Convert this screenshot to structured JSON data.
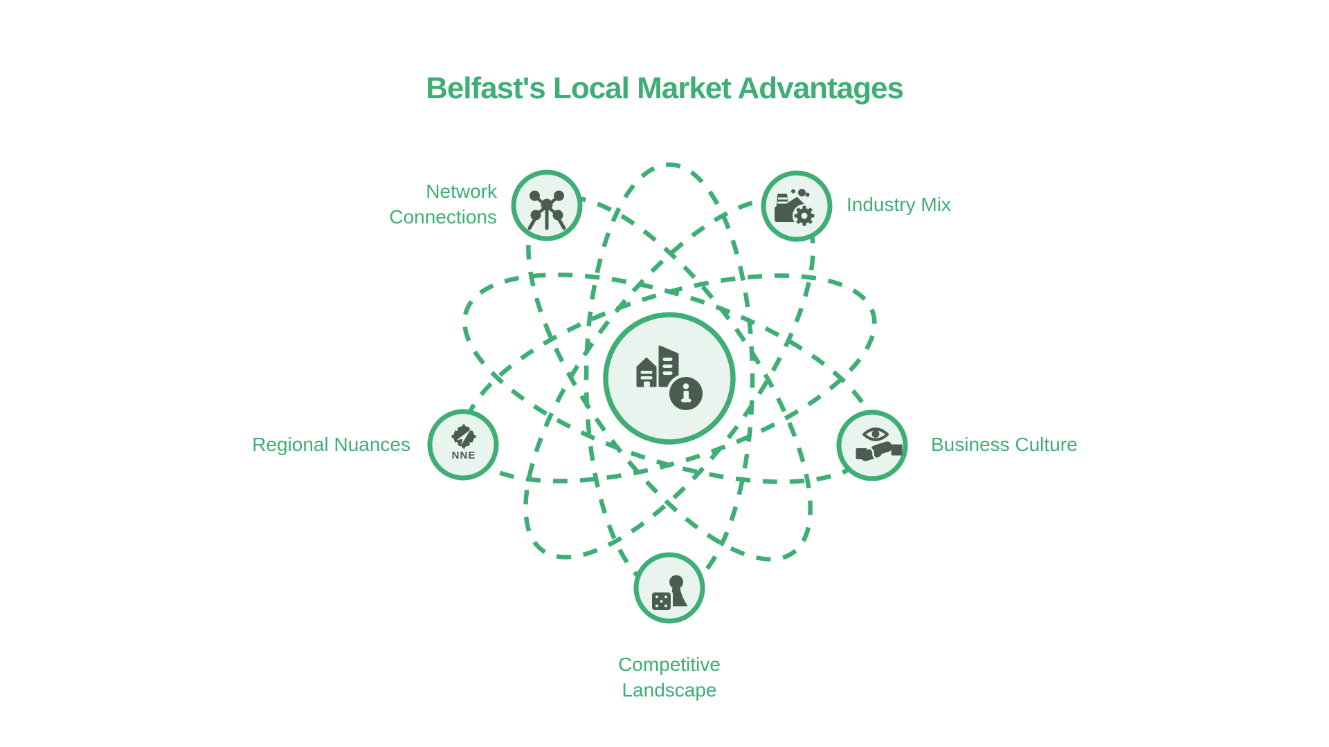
{
  "title": "Belfast's Local Market Advantages",
  "colors": {
    "accent": "#3EAE74",
    "fill-light": "#E8F4ED",
    "icon-dark": "#4A5C51",
    "background": "#FFFFFF"
  },
  "center": {
    "icon": "city-info-icon"
  },
  "nodes": [
    {
      "id": "network-connections",
      "label": "Network Connections",
      "icon": "atomium-network-icon",
      "label_position": "left-of-node"
    },
    {
      "id": "industry-mix",
      "label": "Industry Mix",
      "icon": "factory-gear-icon",
      "label_position": "right-of-node"
    },
    {
      "id": "regional-nuances",
      "label": "Regional Nuances",
      "icon": "compass-nne-icon",
      "compass_text": "NNE",
      "label_position": "left-of-node"
    },
    {
      "id": "business-culture",
      "label": "Business Culture",
      "icon": "eye-handshake-icon",
      "label_position": "right-of-node"
    },
    {
      "id": "competitive-landscape",
      "label": "Competitive Landscape",
      "icon": "pawn-dice-icon",
      "label_position": "below-node"
    }
  ]
}
